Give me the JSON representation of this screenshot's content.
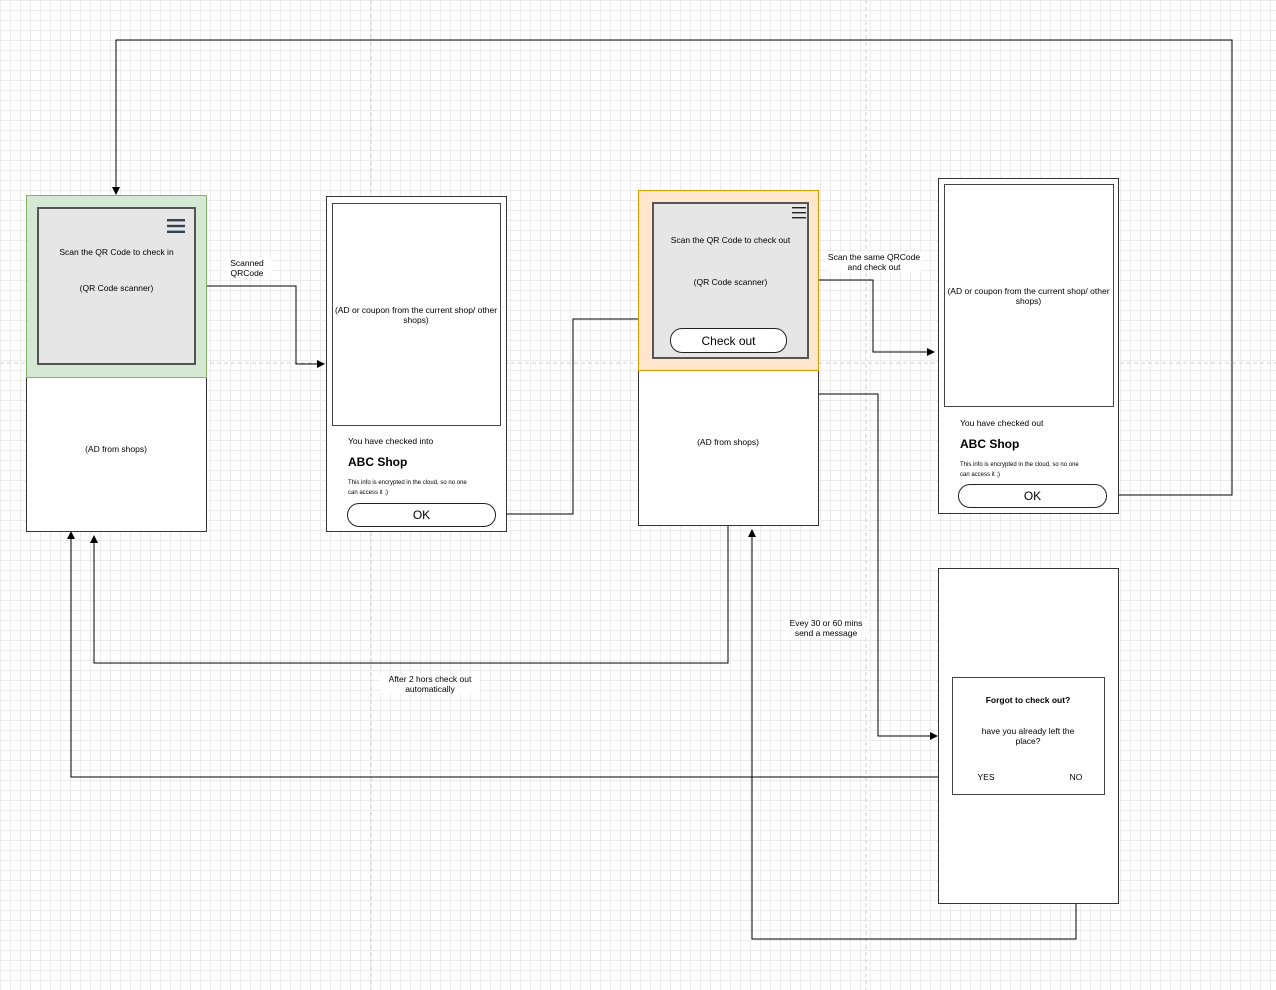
{
  "screens": {
    "checkin": {
      "scanner_title": "Scan the QR Code to check in",
      "scanner_label": "(QR Code scanner)",
      "ad_label": "(AD from shops)"
    },
    "checked_in": {
      "ad_label": "(AD or coupon from the current shop/ other shops)",
      "status": "You have checked into",
      "shop_name": "ABC Shop",
      "note": "This info is encrypted in the cloud, so no one can access it ;)",
      "ok_label": "OK"
    },
    "checkout": {
      "scanner_title": "Scan the QR Code to check out",
      "scanner_label": "(QR Code scanner)",
      "checkout_label": "Check out",
      "ad_label": "(AD from shops)"
    },
    "checked_out": {
      "ad_label": "(AD or coupon from the current shop/ other shops)",
      "status": "You have checked out",
      "shop_name": "ABC Shop",
      "note": "This info is encrypted in the cloud, so no one can access it ;)",
      "ok_label": "OK"
    },
    "reminder": {
      "title": "Forgot to check out?",
      "question": "have you already left the place?",
      "yes_label": "YES",
      "no_label": "NO"
    }
  },
  "edges": {
    "scanned": "Scanned QRCode",
    "scan_same": "Scan the same QRCode and check out",
    "auto_checkout": "After 2 hors check out automatically",
    "reminder_interval": "Evey 30 or 60 mins send a message"
  },
  "colors": {
    "checkin_highlight": "#d5e8d4",
    "checkin_highlight_border": "#82b366",
    "checkout_highlight": "#ffe6cc",
    "checkout_highlight_border": "#d79b00",
    "scanner_fill": "#e6e6e6",
    "menu_icon_checkin": "#314354"
  }
}
